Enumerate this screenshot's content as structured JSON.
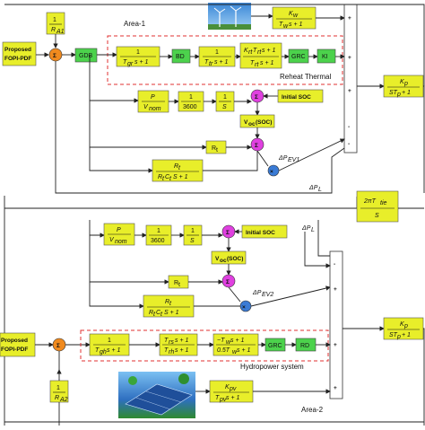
{
  "areas": {
    "area1": "Area-1",
    "area2": "Area-2",
    "reheat": "Reheat Thermal",
    "hydro": "Hydropower system"
  },
  "controllers": {
    "top": [
      "Proposed",
      "FOPI-PDF"
    ],
    "bottom": [
      "Proposed",
      "FOPI-PDF"
    ]
  },
  "labels": {
    "gdb": "GDB",
    "bd": "BD",
    "grc1": "GRC",
    "ki": "KI",
    "grc2": "GRC",
    "rd": "RD",
    "r1": "R",
    "r2": "R",
    "initial_soc_1": "Initial SOC",
    "initial_soc_2": "Initial SOC",
    "voc1": "V",
    "voc2": "V",
    "delta_pev1": "ΔP",
    "delta_pev2": "ΔP",
    "delta_pl_top": "ΔP",
    "delta_pl_mid": "ΔP",
    "plus": "+",
    "minus": "-"
  },
  "colors": {
    "block_yellow": "#e8ee2a",
    "block_green": "#4cd24c",
    "sum_orange": "#f08a1e",
    "sum_magenta": "#e040e0",
    "mult_blue": "#3a7bd5",
    "dashed_red": "#e03030"
  }
}
